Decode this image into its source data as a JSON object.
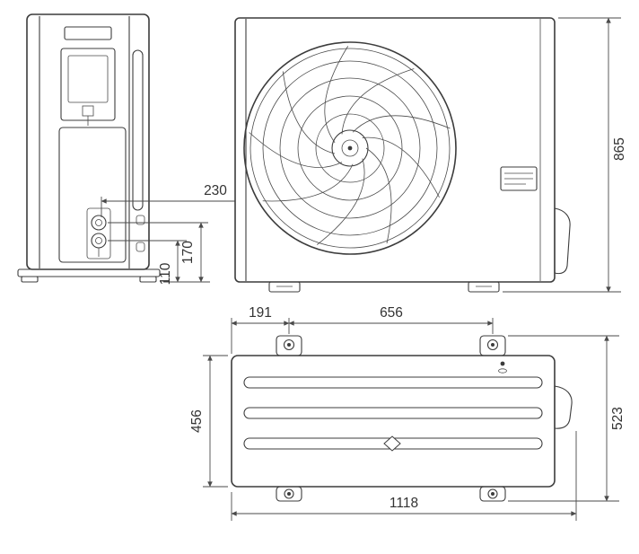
{
  "diagram": {
    "type": "technical-dimension-drawing",
    "dimensions": {
      "pipe_offset_width": "230",
      "pipe_height_upper": "170",
      "pipe_height_lower": "110",
      "unit_height": "865",
      "foot_edge_offset": "191",
      "foot_bolt_spacing": "656",
      "body_depth": "456",
      "overall_depth": "523",
      "overall_width": "1118"
    },
    "colors": {
      "line": "#3c3c3c",
      "dimension_line": "#4a4a4a",
      "text": "#333333",
      "background": "#ffffff"
    }
  }
}
